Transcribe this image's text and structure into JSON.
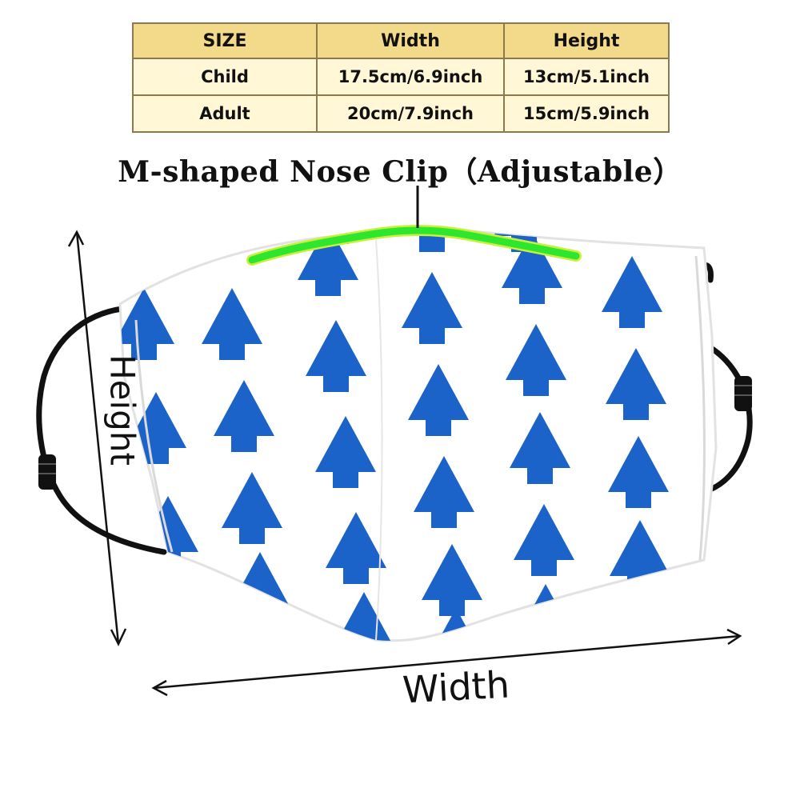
{
  "size_table": {
    "headers": [
      "SIZE",
      "Width",
      "Height"
    ],
    "rows": [
      {
        "size": "Child",
        "width": "17.5cm/6.9inch",
        "height": "13cm/5.1inch"
      },
      {
        "size": "Adult",
        "width": "20cm/7.9inch",
        "height": "15cm/5.9inch"
      }
    ]
  },
  "labels": {
    "nose_clip": "M-shaped Nose Clip（Adjustable）",
    "height": "Height",
    "width": "Width"
  },
  "colors": {
    "table_header_bg": "#f3d98a",
    "table_row_bg": "#fff7d6",
    "tree_blue": "#1b63c9",
    "nose_clip_green": "#2ee62e",
    "ear_loop": "#111111"
  },
  "icons": {
    "pattern": "pine-tree-icon",
    "arrows": "double-headed-arrow-icon"
  }
}
